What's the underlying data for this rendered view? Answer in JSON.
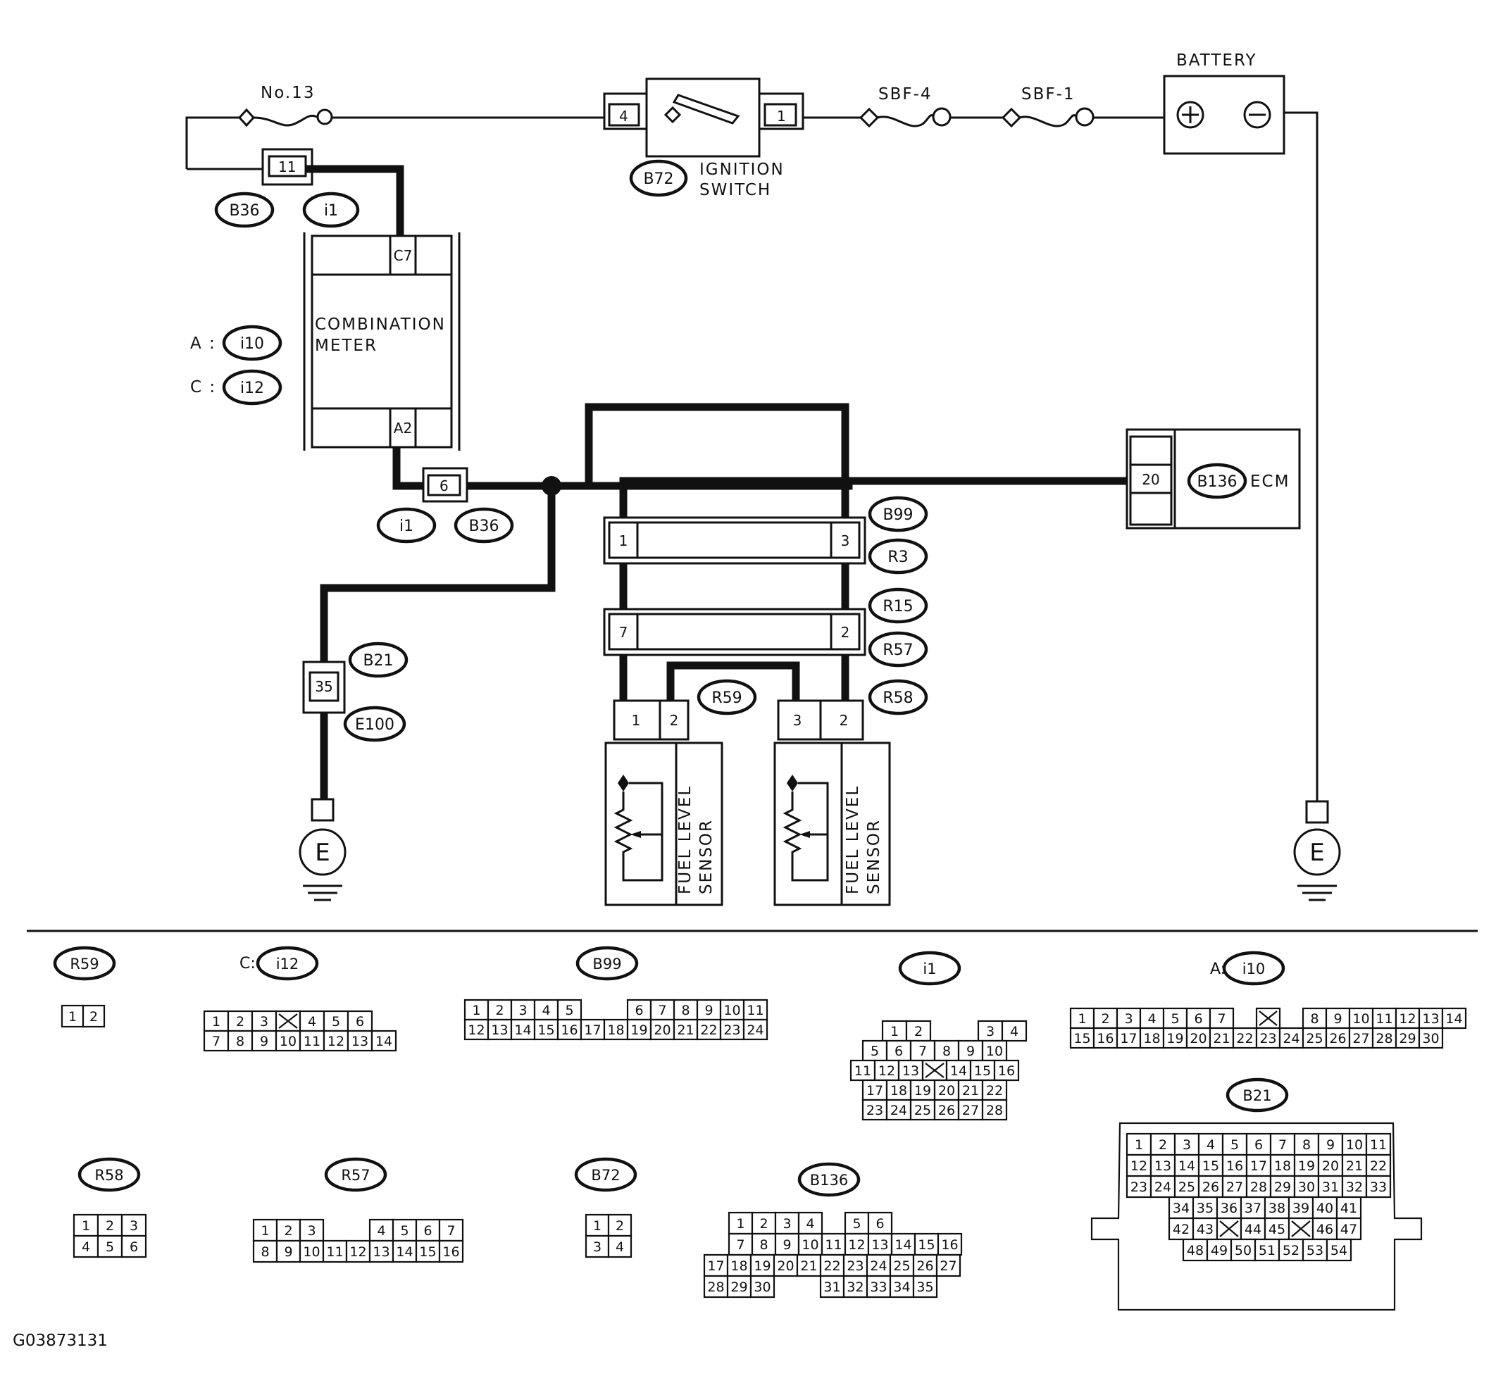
{
  "diagram": {
    "fuses": {
      "no13": "No.13",
      "sbf4": "SBF-4",
      "sbf1": "SBF-1"
    },
    "battery": {
      "label": "BATTERY",
      "plus": "+",
      "minus": "−"
    },
    "ignition": {
      "code": "B72",
      "line1": "IGNITION",
      "line2": "SWITCH",
      "pin_in": "4",
      "pin_out": "1"
    },
    "meter": {
      "line1": "COMBINATION",
      "line2": "METER",
      "conn_a_prefix": "A :",
      "conn_a": "i10",
      "conn_c_prefix": "C :",
      "conn_c": "i12",
      "top_pin": "C7",
      "bottom_pin": "A2"
    },
    "connectors": {
      "b36": "B36",
      "i1": "i1",
      "pin11": "11",
      "pin6": "6",
      "b21": "B21",
      "e100": "E100",
      "pin35": "35",
      "b99": "B99",
      "r3": "R3",
      "r15": "R15",
      "r57": "R57",
      "r59": "R59",
      "r58": "R58",
      "b99_left": "1",
      "b99_right": "3",
      "r15_left": "7",
      "r15_right": "2",
      "r59_p1": "1",
      "r59_p2": "2",
      "r58_p1": "3",
      "r58_p2": "2"
    },
    "ecm": {
      "code": "B136",
      "label": "ECM",
      "pin": "20"
    },
    "sensor": {
      "line1": "FUEL LEVEL",
      "line2": "SENSOR"
    },
    "ground": "E",
    "figure_id": "G03873131"
  },
  "legend": {
    "r59": {
      "code": "R59",
      "rows": [
        [
          "1",
          "2"
        ]
      ]
    },
    "i12": {
      "prefix": "C:",
      "code": "i12",
      "rows": [
        [
          "1",
          "2",
          "3",
          "X",
          "4",
          "5",
          "6"
        ],
        [
          "7",
          "8",
          "9",
          "10",
          "11",
          "12",
          "13",
          "14"
        ]
      ]
    },
    "b99": {
      "code": "B99",
      "rows": [
        [
          "1",
          "2",
          "3",
          "4",
          "5",
          "",
          "",
          "6",
          "7",
          "8",
          "9",
          "10",
          "11"
        ],
        [
          "12",
          "13",
          "14",
          "15",
          "16",
          "17",
          "18",
          "19",
          "20",
          "21",
          "22",
          "23",
          "24"
        ]
      ]
    },
    "i1": {
      "code": "i1",
      "rows": [
        [
          "1",
          "2",
          "",
          "",
          "3",
          "4"
        ],
        [
          "5",
          "6",
          "7",
          "8",
          "9",
          "10"
        ],
        [
          "11",
          "12",
          "13",
          "X",
          "14",
          "15",
          "16"
        ],
        [
          "17",
          "18",
          "19",
          "20",
          "21",
          "22"
        ],
        [
          "23",
          "24",
          "25",
          "26",
          "27",
          "28"
        ]
      ]
    },
    "i10": {
      "prefix": "A:",
      "code": "i10",
      "rows": [
        [
          "1",
          "2",
          "3",
          "4",
          "5",
          "6",
          "7",
          "",
          "X",
          "",
          "8",
          "9",
          "10",
          "11",
          "12",
          "13",
          "14"
        ],
        [
          "15",
          "16",
          "17",
          "18",
          "19",
          "20",
          "21",
          "22",
          "23",
          "24",
          "25",
          "26",
          "27",
          "28",
          "29",
          "30"
        ]
      ]
    },
    "b21": {
      "code": "B21",
      "rows": [
        [
          "1",
          "2",
          "3",
          "4",
          "5",
          "6",
          "7",
          "8",
          "9",
          "10",
          "11"
        ],
        [
          "12",
          "13",
          "14",
          "15",
          "16",
          "17",
          "18",
          "19",
          "20",
          "21",
          "22"
        ],
        [
          "23",
          "24",
          "25",
          "26",
          "27",
          "28",
          "29",
          "30",
          "31",
          "32",
          "33"
        ],
        [
          "34",
          "35",
          "36",
          "37",
          "38",
          "39",
          "40",
          "41"
        ],
        [
          "42",
          "43",
          "X",
          "44",
          "45",
          "X",
          "46",
          "47"
        ],
        [
          "48",
          "49",
          "50",
          "51",
          "52",
          "53",
          "54"
        ]
      ]
    },
    "r58": {
      "code": "R58",
      "rows": [
        [
          "1",
          "2",
          "3"
        ],
        [
          "4",
          "5",
          "6"
        ]
      ]
    },
    "r57": {
      "code": "R57",
      "rows": [
        [
          "1",
          "2",
          "3",
          "",
          "",
          "4",
          "5",
          "6",
          "7"
        ],
        [
          "8",
          "9",
          "10",
          "11",
          "12",
          "13",
          "14",
          "15",
          "16"
        ]
      ]
    },
    "b72": {
      "code": "B72",
      "rows": [
        [
          "1",
          "2"
        ],
        [
          "3",
          "4"
        ]
      ]
    },
    "b136": {
      "code": "B136",
      "rows": [
        [
          "1",
          "2",
          "3",
          "4",
          "",
          "5",
          "6"
        ],
        [
          "7",
          "8",
          "9",
          "10",
          "11",
          "12",
          "13",
          "14",
          "15",
          "16"
        ],
        [
          "17",
          "18",
          "19",
          "20",
          "21",
          "22",
          "23",
          "24",
          "25",
          "26",
          "27"
        ],
        [
          "28",
          "29",
          "30",
          "",
          "",
          "31",
          "32",
          "33",
          "34",
          "35"
        ]
      ]
    }
  }
}
